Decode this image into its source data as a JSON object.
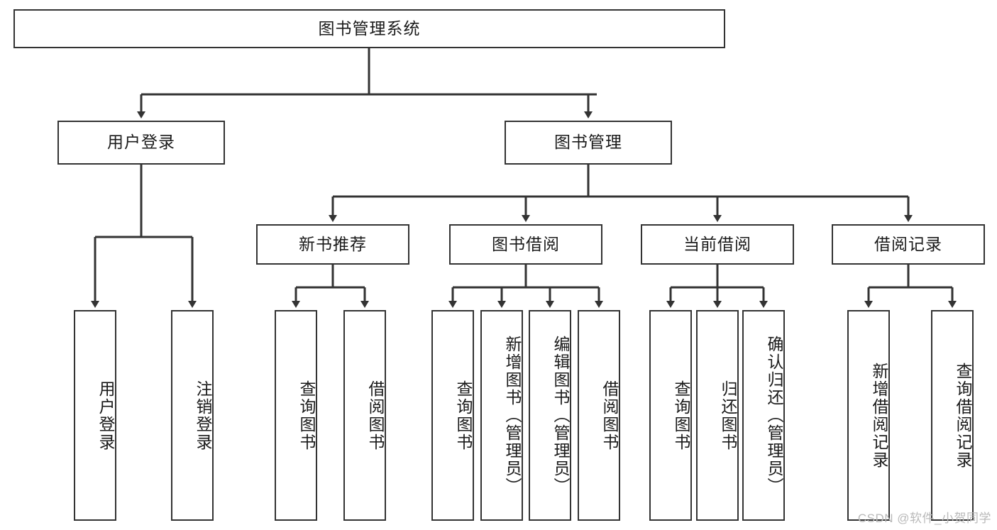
{
  "diagram": {
    "title_node": {
      "label": "图书管理系统"
    },
    "level2": [
      {
        "id": "user-login",
        "label": "用户登录"
      },
      {
        "id": "book-management",
        "label": "图书管理"
      }
    ],
    "level3": [
      {
        "id": "new-book-recommend",
        "label": "新书推荐"
      },
      {
        "id": "book-borrow",
        "label": "图书借阅"
      },
      {
        "id": "current-borrow",
        "label": "当前借阅"
      },
      {
        "id": "borrow-record",
        "label": "借阅记录"
      }
    ],
    "leaves": {
      "user_login": [
        {
          "id": "leaf-user-login",
          "label": "用户登录"
        },
        {
          "id": "leaf-logout-login",
          "label": "注销登录"
        }
      ],
      "new_book_recommend": [
        {
          "id": "leaf-query-book-1",
          "label": "查询图书"
        },
        {
          "id": "leaf-borrow-book-1",
          "label": "借阅图书"
        }
      ],
      "book_borrow": [
        {
          "id": "leaf-query-book-2",
          "label": "查询图书"
        },
        {
          "id": "leaf-add-book-admin",
          "label": "新增图书（管理员）"
        },
        {
          "id": "leaf-edit-book-admin",
          "label": "编辑图书（管理员）"
        },
        {
          "id": "leaf-borrow-book-2",
          "label": "借阅图书"
        }
      ],
      "current_borrow": [
        {
          "id": "leaf-query-book-3",
          "label": "查询图书"
        },
        {
          "id": "leaf-return-book",
          "label": "归还图书"
        },
        {
          "id": "leaf-confirm-return-admin",
          "label": "确认归还（管理员）"
        }
      ],
      "borrow_record": [
        {
          "id": "leaf-add-borrow-record",
          "label": "新增借阅记录"
        },
        {
          "id": "leaf-query-borrow-record",
          "label": "查询借阅记录"
        }
      ]
    }
  },
  "watermark": {
    "text": "CSDN @软件_小贺同学"
  },
  "colors": {
    "border": "#333333",
    "text": "#1a1a1a",
    "background": "#ffffff",
    "watermark": "#b9b9b9"
  }
}
